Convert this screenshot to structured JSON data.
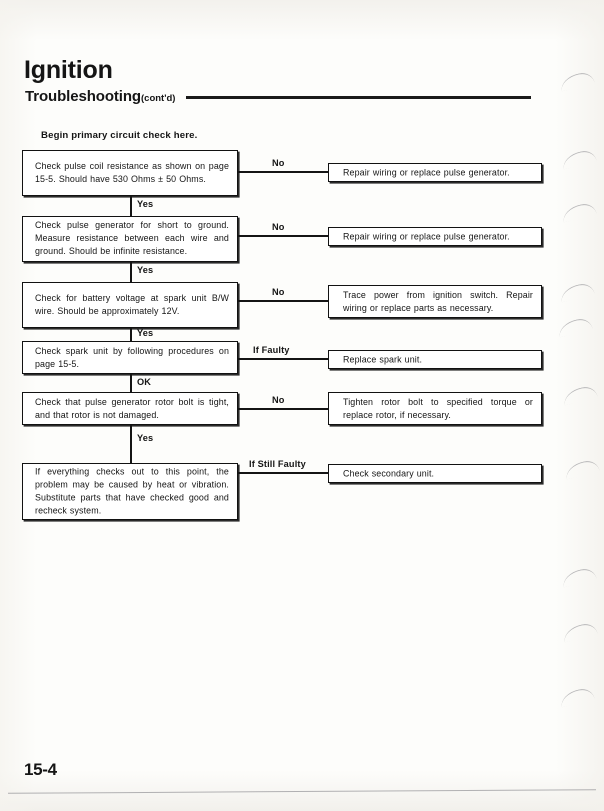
{
  "header": {
    "title": "Ignition",
    "subtitle": "Troubleshooting",
    "subtitle_suffix": "(cont'd)"
  },
  "flow": {
    "caption": "Begin primary circuit check here.",
    "steps": [
      {
        "id": "step-1",
        "text": "Check pulse coil resistance as shown on page 15-5. Should have 530 Ohms ± 50 Ohms.",
        "branch_label": "No",
        "branch_result": "Repair wiring or replace pulse generator.",
        "next_label": "Yes"
      },
      {
        "id": "step-2",
        "text": "Check pulse generator for short to ground. Measure resistance between each wire and ground. Should be infinite resistance.",
        "branch_label": "No",
        "branch_result": "Repair wiring or replace pulse generator.",
        "next_label": "Yes"
      },
      {
        "id": "step-3",
        "text": "Check for battery voltage at spark unit B/W wire. Should be approximately 12V.",
        "branch_label": "No",
        "branch_result": "Trace power from ignition switch. Repair wiring or replace parts as necessary.",
        "next_label": "Yes"
      },
      {
        "id": "step-4",
        "text": "Check spark unit by following procedures on page 15-5.",
        "branch_label": "If Faulty",
        "branch_result": "Replace spark unit.",
        "next_label": "OK"
      },
      {
        "id": "step-5",
        "text": "Check that pulse generator rotor bolt is tight, and that rotor is not damaged.",
        "branch_label": "No",
        "branch_result": "Tighten rotor bolt to specified torque or replace rotor, if necessary.",
        "next_label": "Yes"
      },
      {
        "id": "step-6",
        "text": "If everything checks out to this point, the problem may be caused by heat or vibration. Substitute parts that have checked good and recheck system.",
        "branch_label": "If Still Faulty",
        "branch_result": "Check secondary unit.",
        "next_label": ""
      }
    ]
  },
  "footer": {
    "page_number": "15-4"
  },
  "colors": {
    "ink": "#141414",
    "paper": "#fdfdfb"
  }
}
